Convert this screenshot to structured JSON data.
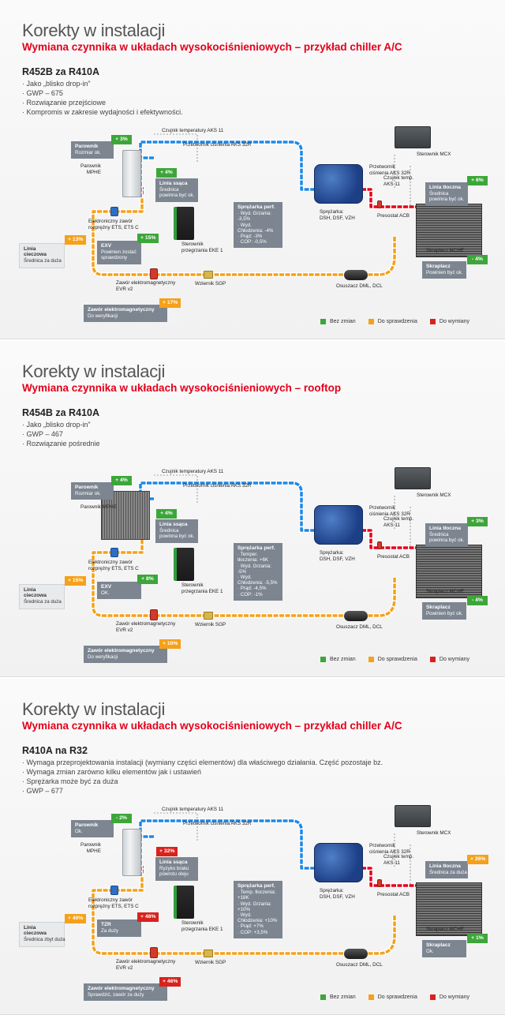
{
  "colors": {
    "hot": "#e4001b",
    "suction": "#1e88e5",
    "liquid": "#f5a11a",
    "bad": "#d9221d",
    "ok": "#3da63a",
    "check": "#f5a11a"
  },
  "legend": {
    "ok": "Bez zmian",
    "check": "Do sprawdzenia",
    "replace": "Do wymiany"
  },
  "slides": [
    {
      "title": "Korekty w instalacji",
      "subtitle": "Wymiana czynnika w układach wysokociśnieniowych – przykład chiller A/C",
      "refrigerant": "R452B za R410A",
      "bullets": [
        "Jako „blisko drop-in”",
        "GWP – 675",
        "Rozwiązanie przejściowe",
        "Kompromis w zakresie wydajności i efektywności."
      ],
      "labels": {
        "aks11": "Czujnik temperatury AKS 11",
        "aks32": "Przetwornik ciśnienia AKS 32R",
        "mcx": "Sterownik MCX",
        "evap": "Parownik\nMPHE",
        "aks32b": "Przetwornik\nciśnienia AKS 32R",
        "aks11b": "Czujnik temp.\nAKS 11",
        "compressor": "Sprężarka:\nDSH, DSF, VZH",
        "acb": "Presostat ACB",
        "ets": "Elektroniczny zawór\nrozprężny ETS, ETS C",
        "eke": "Sterownik\nprzegrzania EKE 1",
        "cond": "Skraplacz MCHE",
        "evr": "Zawór elektromagnetyczny\nEVR v2",
        "sgp": "Wziernik SGP",
        "dml": "Osuszacz DML, DCL"
      },
      "cards": {
        "evaporator": {
          "title": "Parownik",
          "text": "Rozmiar ok.",
          "badge": "+ 3%",
          "status": "green"
        },
        "suction": {
          "title": "Linia ssąca",
          "text": "Średnica\npowinna być ok.",
          "badge": "+ 4%",
          "status": "green"
        },
        "compressor": {
          "title": "Sprężarka perf.",
          "lines": [
            "· Wyd. Grzania: -3,5%",
            "· Wyd. Chłodzenia: -4%",
            "· Prąd: -3%",
            "· COP: -0,5%"
          ]
        },
        "discharge": {
          "title": "Linia tłoczna",
          "text": "Średnica\npowinna być ok.",
          "badge": "+ 6%",
          "status": "green"
        },
        "liquid": {
          "title": "Linia cieczowa",
          "text": "Średnica za duża",
          "badge": "+ 13%",
          "status": "orange"
        },
        "exv": {
          "title": "EXV",
          "text": "Powinien zostać\nsprawdzony",
          "badge": "+ 15%",
          "status": "green"
        },
        "condenser": {
          "title": "Skraplacz",
          "text": "Powinien być ok.",
          "badge": "- 4%",
          "status": "green"
        },
        "solenoid": {
          "title": "Zawór elektromagnetyczny",
          "text": "Do weryfikacji",
          "badge": "+ 17%",
          "status": "orange"
        }
      }
    },
    {
      "title": "Korekty w instalacji",
      "subtitle": "Wymiana czynnika w układach wysokociśnieniowych – rooftop",
      "refrigerant": "R454B za R410A",
      "bullets": [
        "Jako „blisko drop-in”",
        "GWP – 467",
        "Rozwiązanie pośrednie"
      ],
      "labels": {
        "aks11": "Czujnik temperatury AKS 11",
        "aks32": "Przetwornik ciśnienia AKS 32R",
        "mcx": "Sterownik MCX",
        "evap": "Parownik MPHE",
        "aks32b": "Przetwornik\nciśnienia AKS 32R",
        "aks11b": "Czujnik temp.\nAKS 11",
        "compressor": "Sprężarka:\nDSH, DSF, VZH",
        "acb": "Presostat ACB",
        "ets": "Elektroniczny zawór\nrozprężny ETS, ETS C",
        "eke": "Sterownik\nprzegrzania EKE 1",
        "cond": "Skraplacz MCHE",
        "evr": "Zawór elektromagnetyczny\nEVR v2",
        "sgp": "Wziernik SGP",
        "dml": "Osuszacz DML, DCL"
      },
      "cards": {
        "evaporator": {
          "title": "Parownik",
          "text": "Rozmiar ok.",
          "badge": "+ 4%",
          "status": "green"
        },
        "suction": {
          "title": "Linia ssąca",
          "text": "Średnica\npowinna być ok.",
          "badge": "+ 4%",
          "status": "green"
        },
        "compressor": {
          "title": "Sprężarka perf.",
          "lines": [
            "· Temper. tłoczenia: +6K",
            "· Wyd. Grzania: -5%",
            "· Wyd. Chłodzenia: -5,5%",
            "· Prąd: -4,5%",
            "· COP: -1%"
          ]
        },
        "discharge": {
          "title": "Linia tłoczna",
          "text": "Średnica\npowinna być ok.",
          "badge": "+ 3%",
          "status": "green"
        },
        "liquid": {
          "title": "Linia cieczowa",
          "text": "Średnica za duża",
          "badge": "+ 15%",
          "status": "orange"
        },
        "exv": {
          "title": "EXV",
          "text": "OK.",
          "badge": "+ 8%",
          "status": "green"
        },
        "condenser": {
          "title": "Skraplacz",
          "text": "Powinien być ok.",
          "badge": "- 4%",
          "status": "green"
        },
        "solenoid": {
          "title": "Zawór elektromagnetyczny",
          "text": "Do weryfikacji",
          "badge": "+ 10%",
          "status": "orange"
        }
      }
    },
    {
      "title": "Korekty w instalacji",
      "subtitle": "Wymiana czynnika w układach wysokociśnieniowych – przykład chiller A/C",
      "refrigerant": "R410A na R32",
      "bullets": [
        "Wymaga przeprojektowania instalacji (wymiany części elementów) dla właściwego działania. Część pozostaje bz.",
        "Wymaga zmian zarówno kilku elementów jak i ustawień",
        "Sprężarka może być za duża",
        "GWP – 677"
      ],
      "labels": {
        "aks11": "Czujnik temperatury AKS 11",
        "aks32": "Przetwornik ciśnienia AKS 32R",
        "mcx": "Sterownik MCX",
        "evap": "Parownik\nMPHE",
        "aks32b": "Przetwornik\nciśnienia AKS 32R",
        "aks11b": "Czujnik temp.\nAKS 11",
        "compressor": "Sprężarka:\nDSH, DSF, VZH",
        "acb": "Presostat ACB",
        "ets": "Elektroniczny zawór\nrozprężny ETS, ETS C",
        "eke": "Sterownik\nprzegrzania EKE 1",
        "cond": "Skraplacz MCHE",
        "evr": "Zawór elektromagnetyczny\nEVR v2",
        "sgp": "Wziernik SGP",
        "dml": "Osuszacz DML, DCL"
      },
      "cards": {
        "evaporator": {
          "title": "Parownik",
          "text": "Ok.",
          "badge": "- 2%",
          "status": "green"
        },
        "suction": {
          "title": "Linia ssąca",
          "text": "Ryzyko braku\npowrotu oleju",
          "badge": "+ 32%",
          "status": "red"
        },
        "compressor": {
          "title": "Sprężarka perf.",
          "lines": [
            "· Temp. tłoczenia: +18K",
            "· Wyd. Grzania: +10%",
            "· Wyd. Chłodzenia: +10%",
            "· Prąd: +7%",
            "· COP: +3,5%"
          ]
        },
        "discharge": {
          "title": "Linia tłoczna",
          "text": "Średnica za duża",
          "badge": "+ 26%",
          "status": "orange"
        },
        "liquid": {
          "title": "Linia cieczowa",
          "text": "Średnica zbyt duża",
          "badge": "+ 40%",
          "status": "orange"
        },
        "exv": {
          "title": "TZR",
          "text": "Za duży",
          "badge": "+ 48%",
          "status": "red"
        },
        "condenser": {
          "title": "Skraplacz",
          "text": "Ok.",
          "badge": "+ 1%",
          "status": "green"
        },
        "solenoid": {
          "title": "Zawór elektromagnetyczny",
          "text": "Sprawdzić, zawór za duży",
          "badge": "+ 46%",
          "status": "red"
        }
      }
    }
  ]
}
